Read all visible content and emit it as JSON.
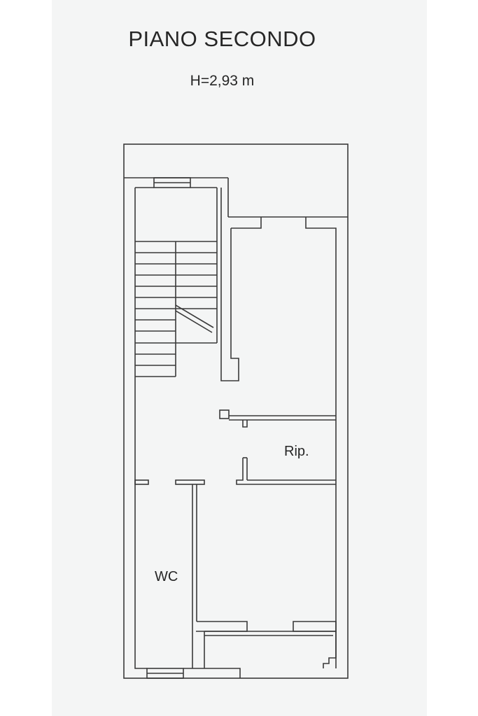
{
  "drawing": {
    "title": "PIANO SECONDO",
    "height_note": "H=2,93 m"
  },
  "rooms": {
    "landing": "Rip.",
    "bathroom": "WC"
  },
  "colors": {
    "line": "#3a3a3a",
    "paper": "#f4f5f5",
    "text": "#262626"
  }
}
